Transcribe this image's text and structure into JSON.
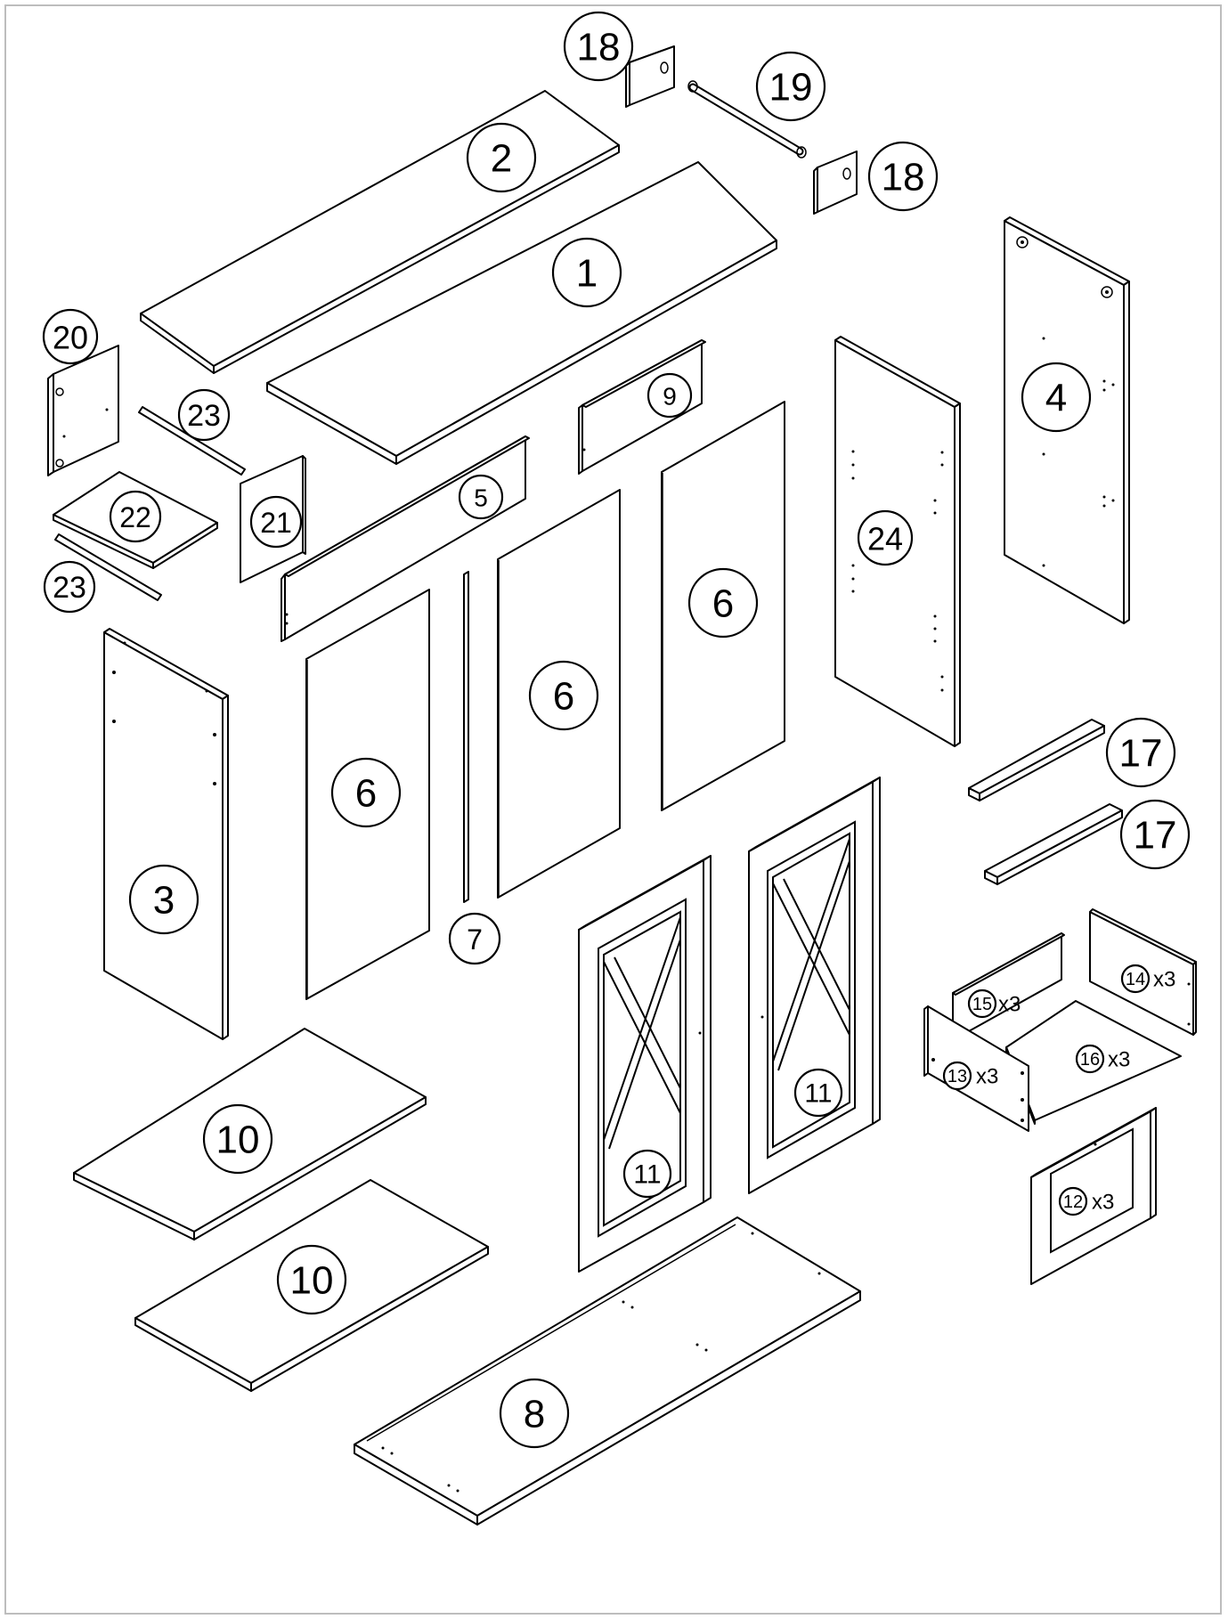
{
  "parts": [
    {
      "id": "p1",
      "label": "1"
    },
    {
      "id": "p2",
      "label": "2"
    },
    {
      "id": "p3",
      "label": "3"
    },
    {
      "id": "p4",
      "label": "4"
    },
    {
      "id": "p5",
      "label": "5"
    },
    {
      "id": "p6a",
      "label": "6"
    },
    {
      "id": "p6b",
      "label": "6"
    },
    {
      "id": "p6c",
      "label": "6"
    },
    {
      "id": "p7",
      "label": "7"
    },
    {
      "id": "p8",
      "label": "8"
    },
    {
      "id": "p9",
      "label": "9"
    },
    {
      "id": "p10a",
      "label": "10"
    },
    {
      "id": "p10b",
      "label": "10"
    },
    {
      "id": "p11a",
      "label": "11"
    },
    {
      "id": "p11b",
      "label": "11"
    },
    {
      "id": "p12",
      "label": "12",
      "qty": "x3"
    },
    {
      "id": "p13",
      "label": "13",
      "qty": "x3"
    },
    {
      "id": "p14",
      "label": "14",
      "qty": "x3"
    },
    {
      "id": "p15",
      "label": "15",
      "qty": "x3"
    },
    {
      "id": "p16",
      "label": "16",
      "qty": "x3"
    },
    {
      "id": "p17a",
      "label": "17"
    },
    {
      "id": "p17b",
      "label": "17"
    },
    {
      "id": "p18a",
      "label": "18"
    },
    {
      "id": "p18b",
      "label": "18"
    },
    {
      "id": "p19",
      "label": "19"
    },
    {
      "id": "p20",
      "label": "20"
    },
    {
      "id": "p21",
      "label": "21"
    },
    {
      "id": "p22",
      "label": "22"
    },
    {
      "id": "p23a",
      "label": "23"
    },
    {
      "id": "p23b",
      "label": "23"
    },
    {
      "id": "p24",
      "label": "24"
    }
  ]
}
